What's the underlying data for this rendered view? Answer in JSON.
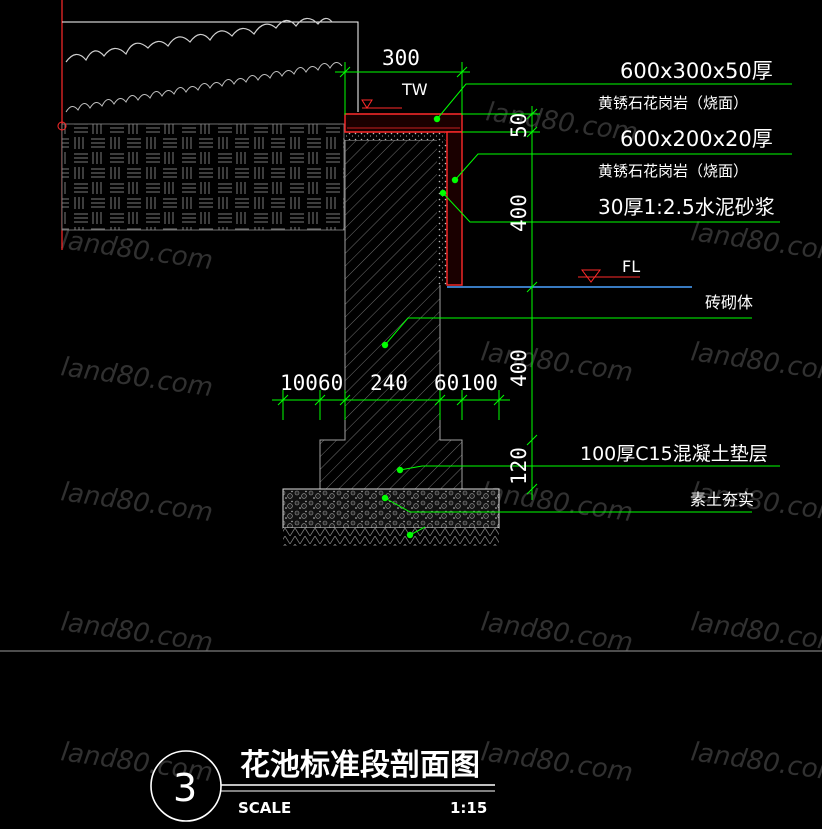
{
  "drawing": {
    "dimensions": {
      "top_width": "300",
      "cap_height": "50",
      "upper_wall": "400",
      "lower_wall": "400",
      "footing_height": "120",
      "base_widths": [
        "100",
        "60",
        "240",
        "60",
        "100"
      ]
    },
    "levels": {
      "top_wall": "TW",
      "floor": "FL"
    },
    "callouts": {
      "cap_size": "600x300x50厚",
      "cap_material": "黄锈石花岗岩（烧面）",
      "face_size": "600x200x20厚",
      "face_material": "黄锈石花岗岩（烧面）",
      "mortar": "30厚1:2.5水泥砂浆",
      "brick": "砖砌体",
      "concrete": "100厚C15混凝土垫层",
      "soil": "素土夯实"
    },
    "watermark": "land80.com",
    "title_block": {
      "number": "3",
      "title": "花池标准段剖面图",
      "scale_label": "SCALE",
      "scale_value": "1:15"
    },
    "colors": {
      "background": "#000000",
      "green": "#00ff00",
      "red": "#ff2a2a",
      "grey": "#8a8a8a",
      "floor_blue": "#4aa3ff"
    }
  }
}
